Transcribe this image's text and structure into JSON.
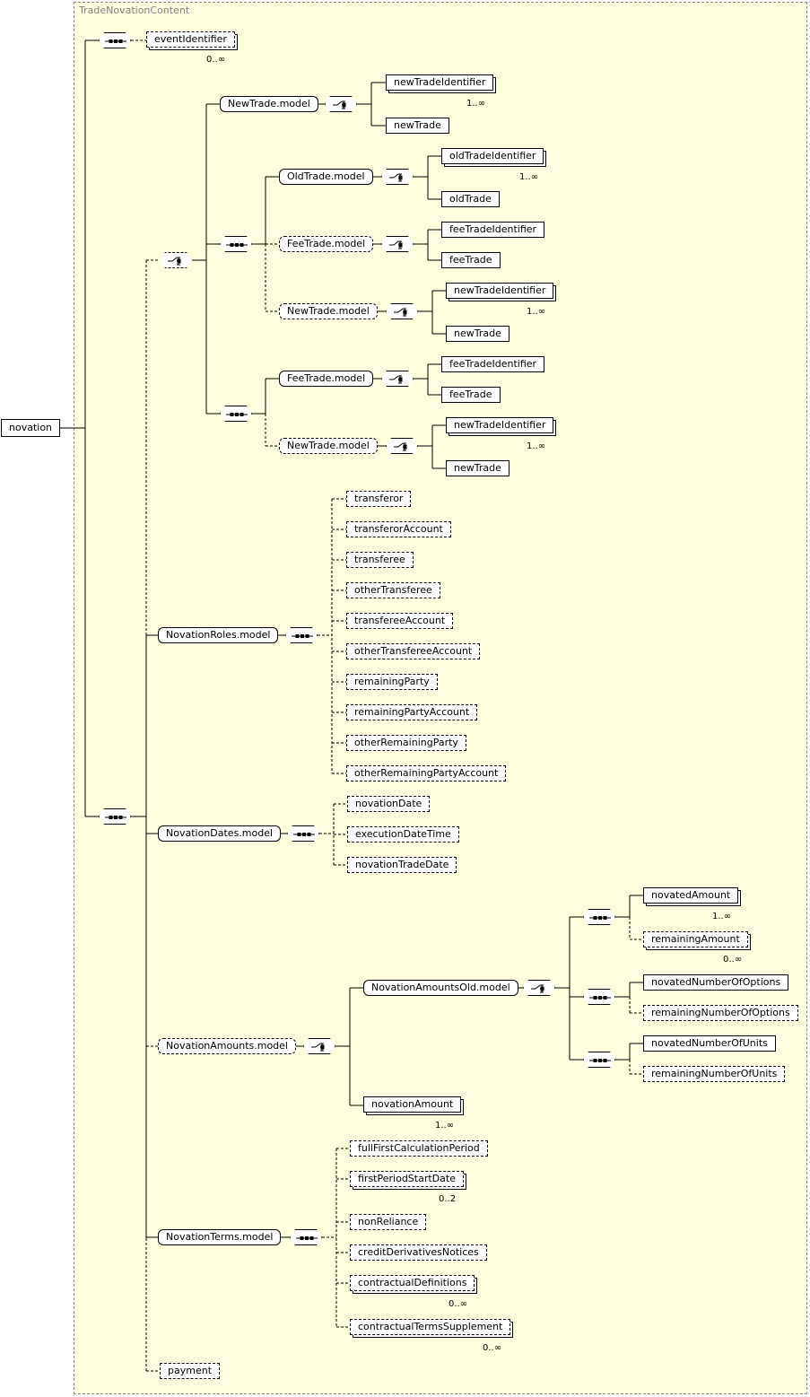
{
  "container_label": "TradeNovationContent",
  "root": "novation",
  "nodes": {
    "eventIdentifier": "eventIdentifier",
    "eventIdentifier_card": "0..∞",
    "NewTradeModel1": "NewTrade.model",
    "newTradeIdentifier1": "newTradeIdentifier",
    "newTradeIdentifier1_card": "1..∞",
    "newTrade1": "newTrade",
    "OldTradeModel": "OldTrade.model",
    "oldTradeIdentifier": "oldTradeIdentifier",
    "oldTradeIdentifier_card": "1..∞",
    "oldTrade": "oldTrade",
    "FeeTradeModel1": "FeeTrade.model",
    "feeTradeIdentifier1": "feeTradeIdentifier",
    "feeTrade1": "feeTrade",
    "NewTradeModel2": "NewTrade.model",
    "newTradeIdentifier2": "newTradeIdentifier",
    "newTradeIdentifier2_card": "1..∞",
    "newTrade2": "newTrade",
    "FeeTradeModel2": "FeeTrade.model",
    "feeTradeIdentifier2": "feeTradeIdentifier",
    "feeTrade2": "feeTrade",
    "NewTradeModel3": "NewTrade.model",
    "newTradeIdentifier3": "newTradeIdentifier",
    "newTradeIdentifier3_card": "1..∞",
    "newTrade3": "newTrade",
    "NovationRolesModel": "NovationRoles.model",
    "roles": [
      "transferor",
      "transferorAccount",
      "transferee",
      "otherTransferee",
      "transfereeAccount",
      "otherTransfereeAccount",
      "remainingParty",
      "remainingPartyAccount",
      "otherRemainingParty",
      "otherRemainingPartyAccount"
    ],
    "NovationDatesModel": "NovationDates.model",
    "dates": [
      "novationDate",
      "executionDateTime",
      "novationTradeDate"
    ],
    "NovationAmountsModel": "NovationAmounts.model",
    "NovationAmountsOldModel": "NovationAmountsOld.model",
    "novatedAmount": "novatedAmount",
    "novatedAmount_card": "1..∞",
    "remainingAmount": "remainingAmount",
    "remainingAmount_card": "0..∞",
    "novatedNumberOfOptions": "novatedNumberOfOptions",
    "remainingNumberOfOptions": "remainingNumberOfOptions",
    "novatedNumberOfUnits": "novatedNumberOfUnits",
    "remainingNumberOfUnits": "remainingNumberOfUnits",
    "novationAmount": "novationAmount",
    "novationAmount_card": "1..∞",
    "NovationTermsModel": "NovationTerms.model",
    "fullFirstCalculationPeriod": "fullFirstCalculationPeriod",
    "firstPeriodStartDate": "firstPeriodStartDate",
    "firstPeriodStartDate_card": "0..2",
    "nonReliance": "nonReliance",
    "creditDerivativesNotices": "creditDerivativesNotices",
    "contractualDefinitions": "contractualDefinitions",
    "contractualDefinitions_card": "0..∞",
    "contractualTermsSupplement": "contractualTermsSupplement",
    "contractualTermsSupplement_card": "0..∞",
    "payment": "payment"
  }
}
